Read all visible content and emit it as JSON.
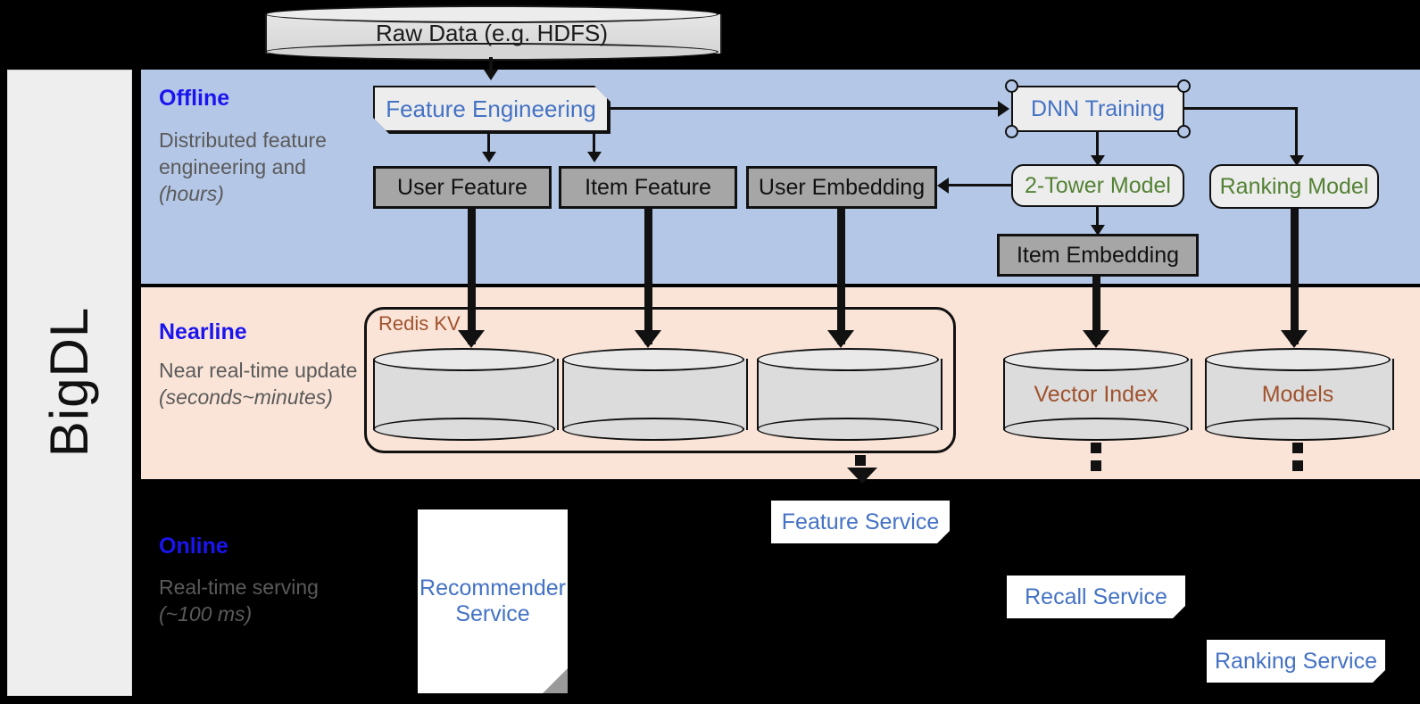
{
  "platform": {
    "name": "BigDL"
  },
  "bands": [
    {
      "id": "offline",
      "title": "Offline",
      "subtitle": "Distributed feature engineering and ",
      "subtitle_italic": "(hours)",
      "bg": "#b4c7e7",
      "title_color": "#1a15ef"
    },
    {
      "id": "nearline",
      "title": "Nearline",
      "subtitle": "Near real-time update ",
      "subtitle_italic": "(seconds~minutes)",
      "bg": "#fae4d7",
      "title_color": "#1a15ef"
    },
    {
      "id": "online",
      "title": "Online",
      "subtitle": "Real-time serving ",
      "subtitle_italic": "(~100 ms)",
      "bg": "#000000",
      "title_color": "#1a15ef"
    }
  ],
  "source": {
    "raw_data": "Raw Data (e.g. HDFS)"
  },
  "offline": {
    "feature_engineering": "Feature Engineering",
    "dnn_training": "DNN Training",
    "two_tower_model": "2-Tower Model",
    "ranking_model": "Ranking Model",
    "user_feature": "User Feature",
    "item_feature": "Item Feature",
    "user_embedding": "User Embedding",
    "item_embedding": "Item Embedding"
  },
  "nearline": {
    "redis_kv": "Redis KV",
    "stores": [
      "",
      "",
      ""
    ],
    "vector_index": "Vector Index",
    "models": "Models"
  },
  "online": {
    "recommender_service": "Recommender Service",
    "feature_service": "Feature Service",
    "recall_service": "Recall Service",
    "ranking_service": "Ranking Service"
  },
  "colors": {
    "blue_band": "#b4c7e7",
    "peach_band": "#fae4d7",
    "black_band": "#000000",
    "title_blue": "#1a15ef",
    "node_blue": "#4472c4",
    "node_green": "#548235",
    "node_brown": "#a0522d",
    "gray_box": "#a6a6a6",
    "light_box": "#ededed",
    "rail_gray": "#eeeeee"
  }
}
